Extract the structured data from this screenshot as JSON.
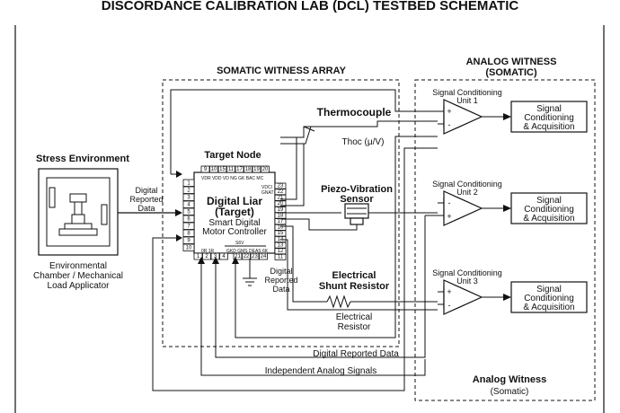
{
  "title": "DISCORDANCE CALIBRATION LAB (DCL) TESTBED SCHEMATIC",
  "somatic_array": {
    "label": "SOMATIC WITNESS ARRAY"
  },
  "analog_witness": {
    "header_line1": "ANALOG WITNESS",
    "header_line2": "(SOMATIC)",
    "footer_line1": "Analog Witness",
    "footer_line2": "(Somatic)"
  },
  "stress": {
    "title": "Stress Environment",
    "caption_line1": "Environmental",
    "caption_line2": "Chamber /  Mechanical",
    "caption_line3": "Load Applicator"
  },
  "input_label": {
    "line1": "Digital",
    "line2": "Reported",
    "line3": "Data"
  },
  "target": {
    "header": "Target Node",
    "name_line1": "Digital Liar",
    "name_line2": "(Target)",
    "desc_line1": "Smart Digital",
    "desc_line2": "Motor Controller",
    "left_pins": [
      "1",
      "2",
      "3",
      "4",
      "5",
      "6",
      "7",
      "8",
      "9",
      "10"
    ],
    "right_pins": [
      "23",
      "22",
      "21",
      "20",
      "19",
      "18",
      "17",
      "16",
      "15",
      "14",
      "13",
      "12",
      "11"
    ],
    "top_pins": [
      "9",
      "10",
      "15",
      "11",
      "17",
      "18",
      "19",
      "20"
    ],
    "bottom_pins": [
      "1",
      "2",
      "3",
      "4",
      "21",
      "22",
      "23",
      "24"
    ],
    "top_tiny": "VDR  VDD  VD   NG  GK   BAC  MC",
    "bottom_tiny_left": "0R   1R",
    "bottom_tiny_mid": "GKD  GMS  DEAS  6K",
    "bottom_tiny_s6v": "S6V",
    "right_tiny_1": "VDCI",
    "right_tiny_2": "GNAT"
  },
  "output_label": {
    "line1": "Digital",
    "line2": "Reported",
    "line3": "Data"
  },
  "sensors": {
    "thermocouple": "Thermocouple",
    "thoc": "Thoc (μ/V)",
    "piezo_line1": "Piezo-Vibration",
    "piezo_line2": "Sensor",
    "shunt_line1": "Electrical",
    "shunt_line2": "Shunt Resistor",
    "resistor_line1": "Electrical",
    "resistor_line2": "Resistor"
  },
  "scu": [
    {
      "line1": "Signal Conditioning",
      "line2": "Unit 1",
      "inputs": [
        "+",
        "-"
      ]
    },
    {
      "line1": "Signal Conditioning",
      "line2": "Unit 2",
      "inputs": [
        "-",
        "+"
      ]
    },
    {
      "line1": "Signal Conditioning",
      "line2": "Unit 3",
      "inputs": [
        "+",
        "-"
      ]
    }
  ],
  "acq": [
    {
      "line1": "Signal",
      "line2": "Conditioning",
      "line3": "& Acquisition"
    },
    {
      "line1": "Signal",
      "line2": "Conditioning",
      "line3": "& Acquisition"
    },
    {
      "line1": "Signal",
      "line2": "Conditioning",
      "line3": "& Acquisition"
    }
  ],
  "bus": {
    "digital_reported": "Digital Reported Data",
    "independent_analog": "Independent Analog Signals"
  }
}
